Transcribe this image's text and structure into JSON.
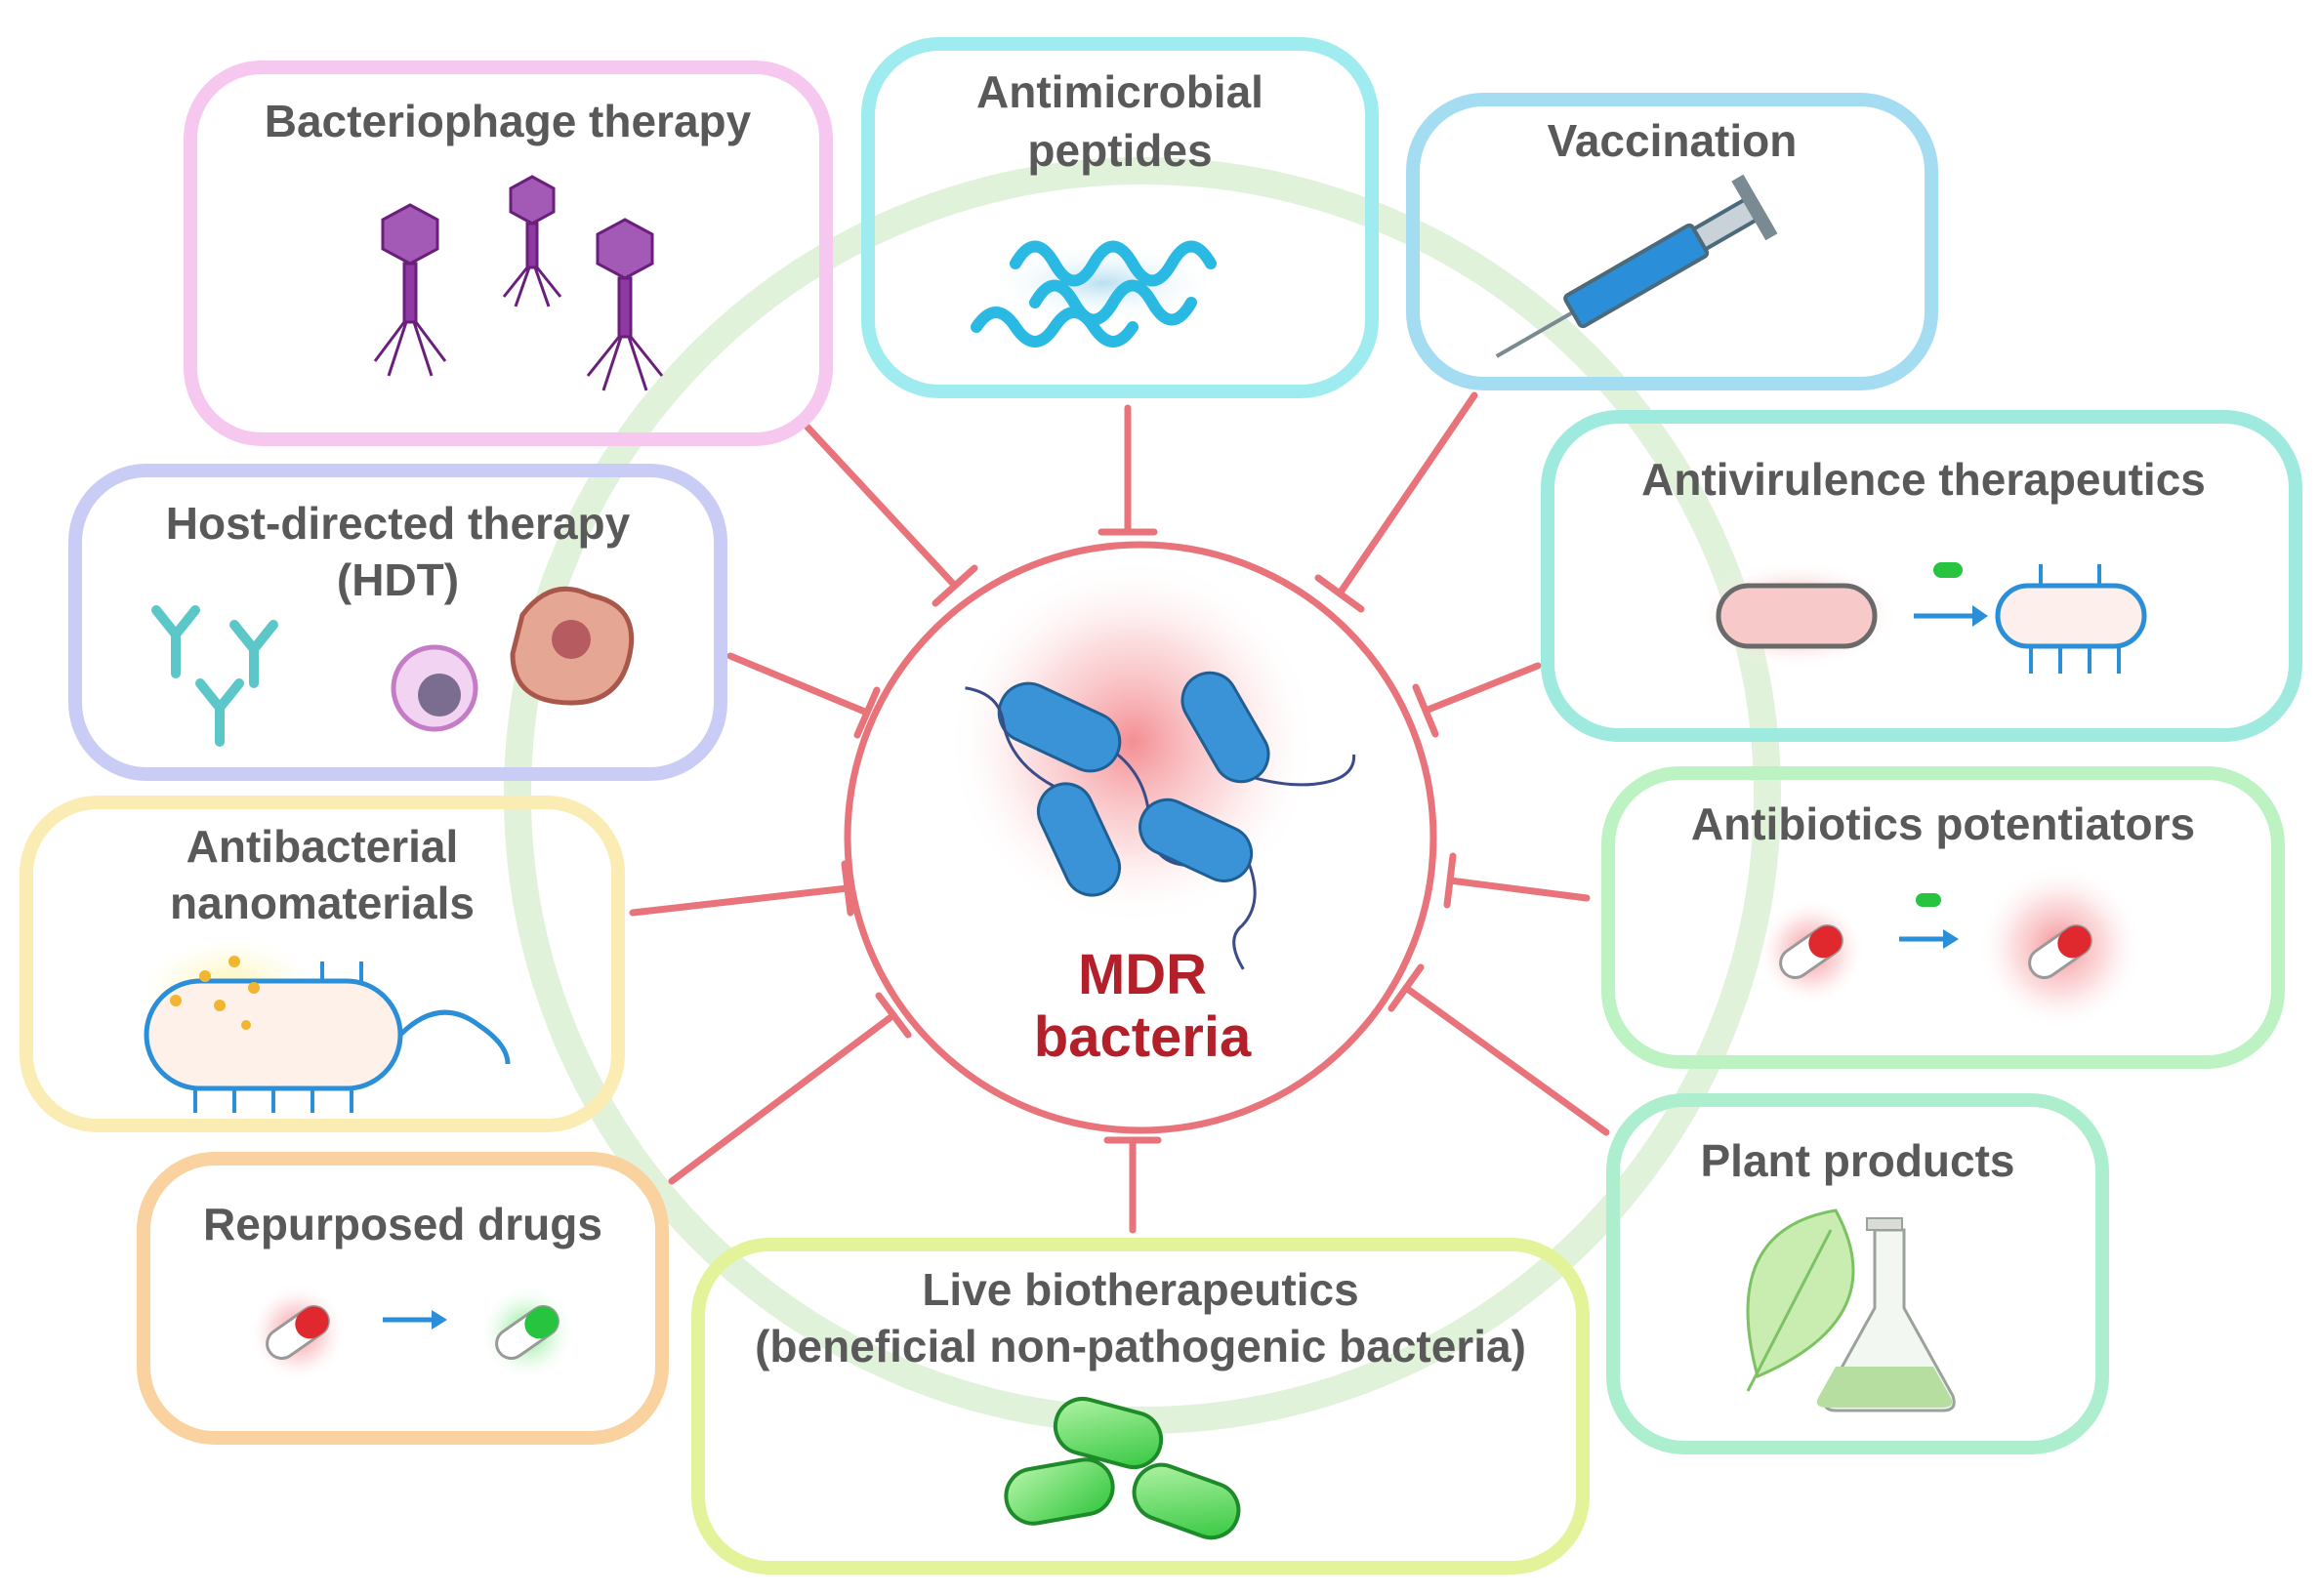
{
  "center": {
    "line1": "MDR",
    "line2": "bacteria",
    "color": "#b3202a"
  },
  "strategies": {
    "bacteriophage": {
      "label": "Bacteriophage therapy",
      "border_color": "#f6c8ef"
    },
    "peptides": {
      "line1": "Antimicrobial",
      "line2": "peptides",
      "border_color": "#9eecef"
    },
    "vaccination": {
      "label": "Vaccination",
      "border_color": "#a4dcf2"
    },
    "antivirulence": {
      "label": "Antivirulence therapeutics",
      "border_color": "#9feadf"
    },
    "host_directed": {
      "line1": "Host-directed therapy",
      "line2": "(HDT)",
      "border_color": "#c9cdf5"
    },
    "nanomaterials": {
      "line1": "Antibacterial",
      "line2": "nanomaterials",
      "border_color": "#fbecb3"
    },
    "potentiators": {
      "label": "Antibiotics potentiators",
      "border_color": "#bdf2c2"
    },
    "repurposed": {
      "label": "Repurposed  drugs",
      "border_color": "#f9d29f"
    },
    "plant": {
      "label": "Plant products",
      "border_color": "#aceecd"
    },
    "live_bio": {
      "line1": "Live biotherapeutics",
      "line2": "(beneficial non-pathogenic bacteria)",
      "border_color": "#e3f39a"
    }
  },
  "colors": {
    "inhibitor_line": "#e8737a",
    "ring": "#d9efd2",
    "bacteria_blue": "#3a93d6",
    "pill_red": "#e0282f",
    "pill_green": "#27c43f"
  },
  "icons": [
    "bacteriophage-icon",
    "peptide-helix-icon",
    "syringe-icon",
    "bacterium-icon",
    "antibody-icon",
    "immune-cell-icon",
    "nanoparticle-icon",
    "pill-icon",
    "arrow-icon",
    "leaf-icon",
    "flask-icon"
  ]
}
